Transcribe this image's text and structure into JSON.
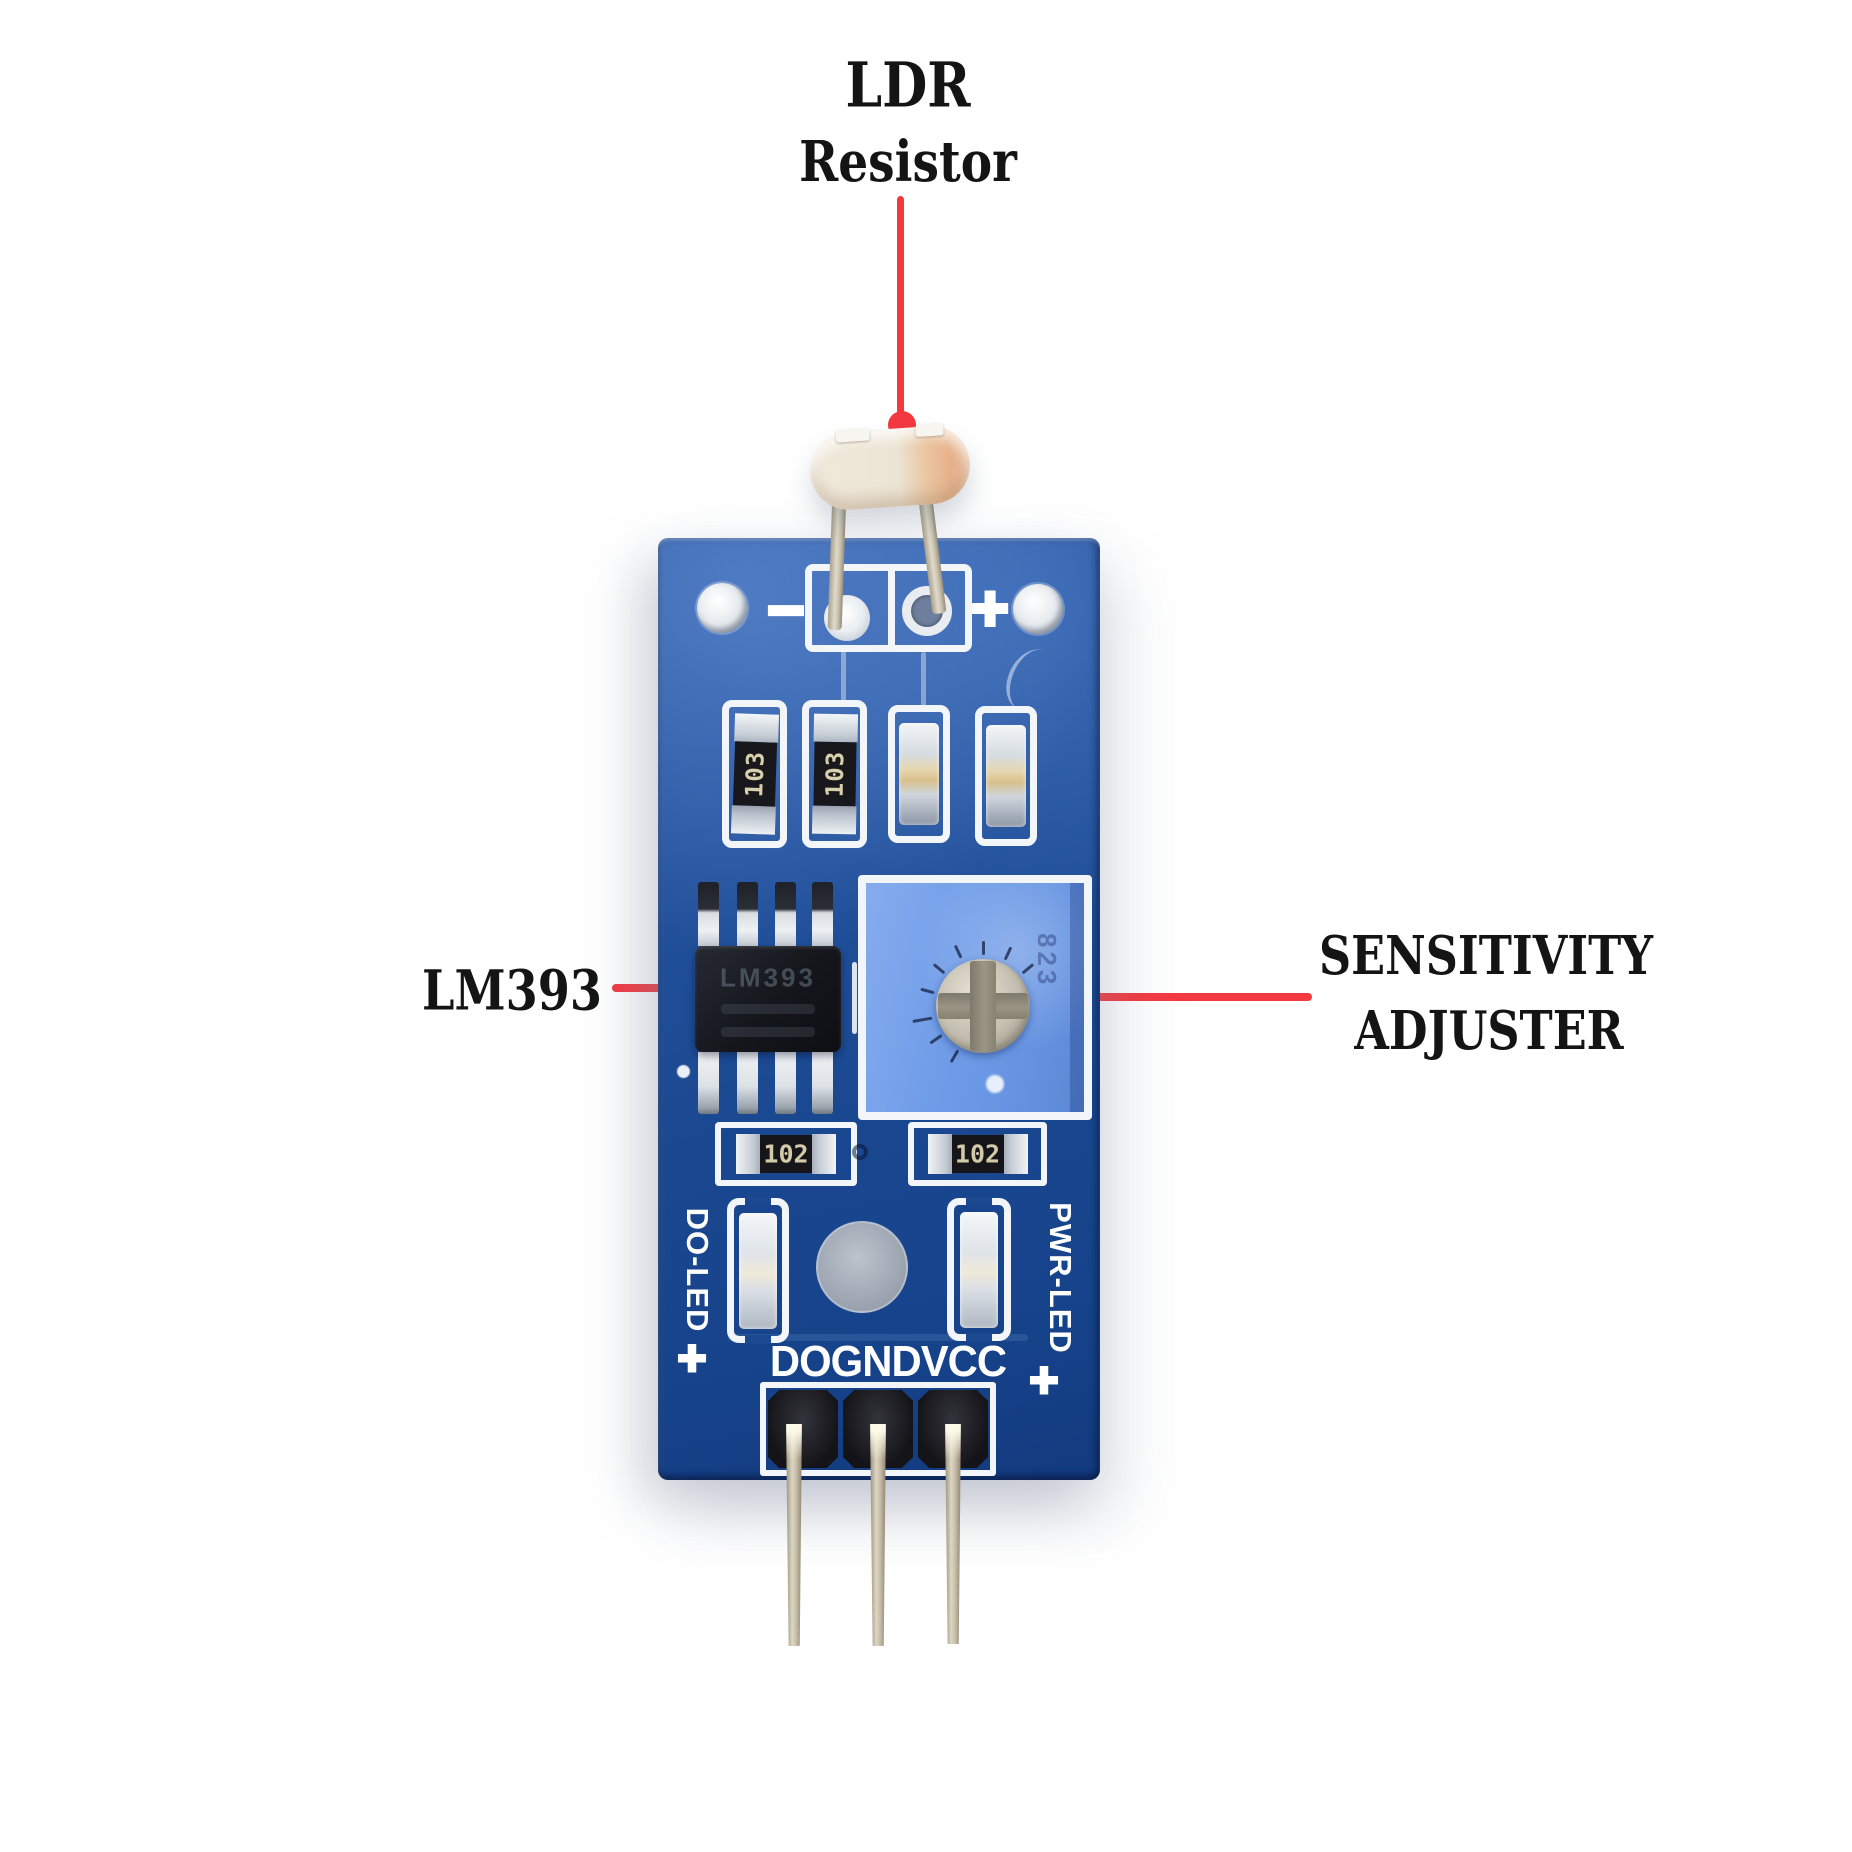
{
  "annotations": {
    "ldr": {
      "line1": "LDR",
      "line2": "Resistor"
    },
    "ic": {
      "label": "LM393"
    },
    "sensitivity": {
      "line1": "SENSITIVITY",
      "line2": "ADJUSTER"
    }
  },
  "pcb": {
    "top": {
      "minus": "−",
      "plus": "+"
    },
    "smd": {
      "r1": "103",
      "r2": "103",
      "r3": "102",
      "r4": "102"
    },
    "ic_marking": "LM393",
    "pot_marking": "823",
    "leds": {
      "do_label": "DO-LED",
      "do_plus": "+",
      "pwr_label": "PWR-LED",
      "pwr_plus": "+"
    },
    "pins_label": "DOGNDVCC"
  },
  "colors": {
    "annotation_red": "#f43840",
    "pcb_blue": "#1d4d96",
    "pot_blue": "#6f9ce8",
    "silkscreen": "#ffffff",
    "label_text": "#141414"
  }
}
